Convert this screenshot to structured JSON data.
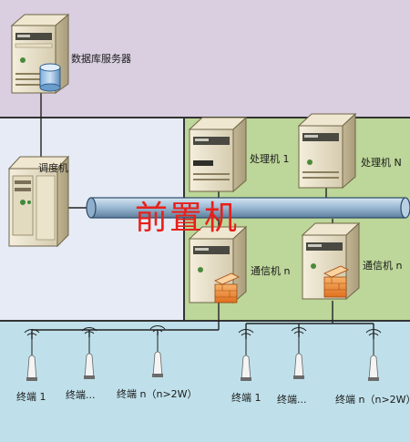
{
  "colors": {
    "top_zone": "#d9cfe0",
    "middle_left_zone": "#e6ebf5",
    "middle_right_zone": "#bdd699",
    "bottom_zone": "#bfe0ea",
    "bus_label": "#e8201a"
  },
  "labels": {
    "db_server": "数据库服务器",
    "scheduler": "调度机",
    "processor_1": "处理机 1",
    "processor_n": "处理机 N",
    "bus": "前置机",
    "comm_1": "通信机 n",
    "comm_2": "通信机 n",
    "left_terminals": [
      "终端 1",
      "终端...",
      "终端 n（n>2W）"
    ],
    "right_terminals": [
      "终端 1",
      "终端...",
      "终端 n（n>2W）"
    ]
  }
}
